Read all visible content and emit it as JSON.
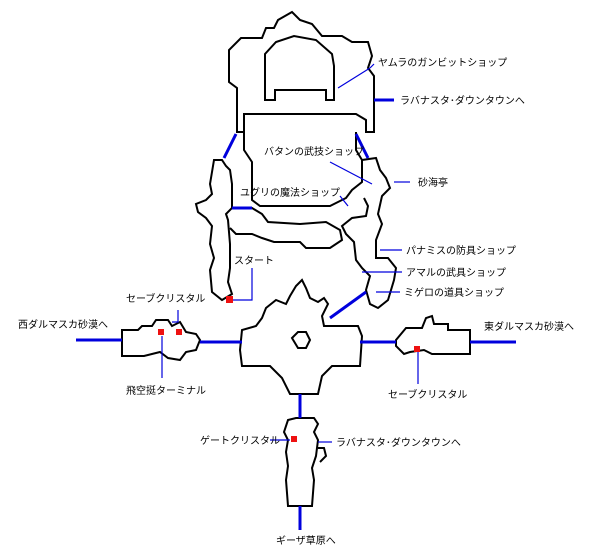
{
  "colors": {
    "wall": "#000000",
    "passage": "#0000dd",
    "marker": "#ee1111",
    "background": "#ffffff"
  },
  "labels": {
    "yamura_gambit_shop": "ヤムラのガンビットショップ",
    "rabanastre_downtown_top": "ラバナスタ･ダウンタウンへ",
    "batan_technique_shop": "バタンの武技ショップ",
    "sandsea_inn": "砂海亭",
    "yuguri_magic_shop": "ユグリの魔法ショップ",
    "panamis_armor_shop": "パナミスの防具ショップ",
    "amal_weapon_shop": "アマルの武具ショップ",
    "migelo_item_shop": "ミゲロの道具ショップ",
    "start": "スタート",
    "save_crystal_west": "セーブクリスタル",
    "west_dalmasca_desert": "西ダルマスカ砂漠へ",
    "east_dalmasca_desert": "東ダルマスカ砂漠へ",
    "aerodrome_terminal": "飛空挺ターミナル",
    "save_crystal_east": "セーブクリスタル",
    "gate_crystal": "ゲートクリスタル",
    "rabanastre_downtown_south": "ラバナスタ･ダウンタウンへ",
    "giza_plains": "ギーザ草原へ"
  },
  "markers": [
    {
      "name": "start-marker",
      "label": "start"
    },
    {
      "name": "save-crystal-west-marker",
      "label": "save_crystal_west"
    },
    {
      "name": "aerodrome-terminal-marker",
      "label": "aerodrome_terminal"
    },
    {
      "name": "save-crystal-east-marker",
      "label": "save_crystal_east"
    },
    {
      "name": "gate-crystal-marker",
      "label": "gate_crystal"
    }
  ]
}
